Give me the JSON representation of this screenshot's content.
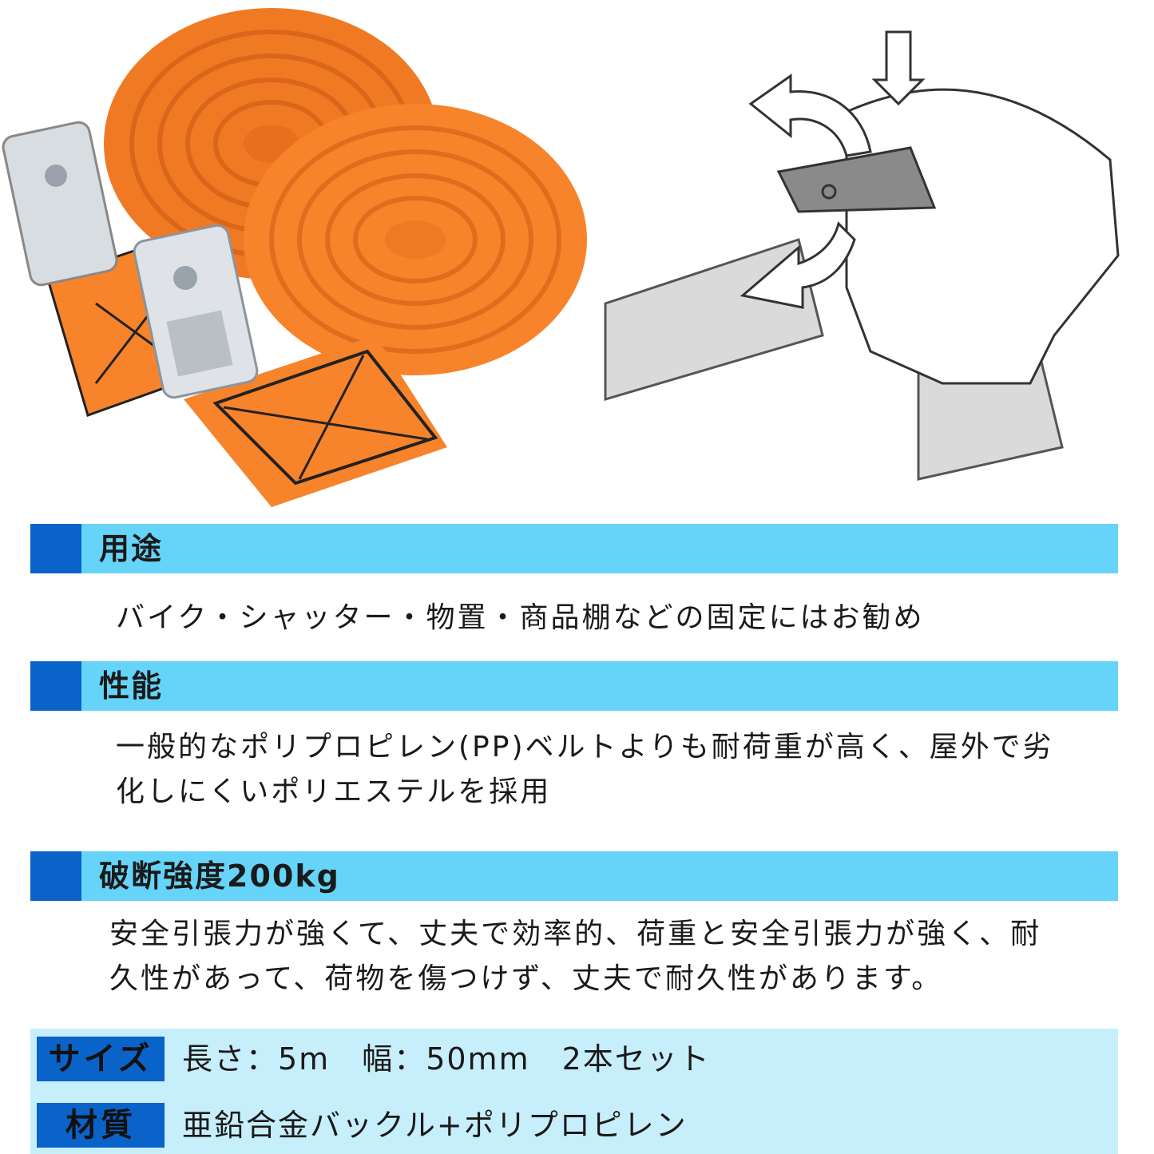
{
  "sections": [
    {
      "title": "用途",
      "lines": [
        "バイク・シャッター・物置・商品棚などの固定にはお勧め"
      ]
    },
    {
      "title": "性能",
      "lines": [
        "一般的なポリプロピレン(PP)ベルトよりも耐荷重が高く、屋外で劣",
        "化しにくいポリエステルを採用"
      ]
    },
    {
      "title": "破断強度200kg",
      "lines": [
        "安全引張力が強くて、丈夫で効率的、荷重と安全引張力が強く、耐",
        "久性があって、荷物を傷つけず、丈夫で耐久性があります。"
      ]
    }
  ],
  "specs": [
    {
      "label": "サイズ",
      "value": "長さ：5m　幅：50mm　2本セット"
    },
    {
      "label": "材質",
      "value": "亜鉛合金バックル+ポリプロピレン"
    }
  ],
  "colors": {
    "accent_blue": "#0a63c9",
    "bar_cyan": "#66d4f8",
    "spec_bg": "#c7eefb",
    "strap_orange": "#f7832a"
  }
}
